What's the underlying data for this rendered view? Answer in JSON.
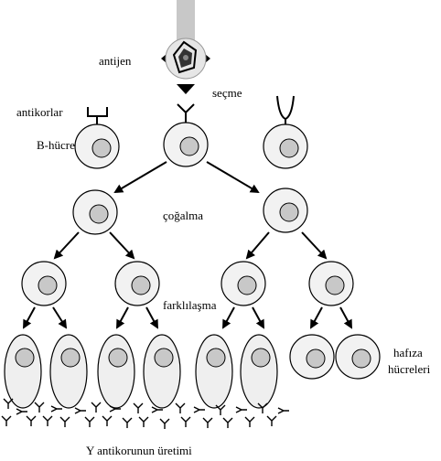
{
  "labels": {
    "antigen": "antijen",
    "selection": "seçme",
    "antibodies": "antikorlar",
    "b_cells": "B-hücreleri",
    "proliferation": "çoğalma",
    "differentiation": "farklılaşma",
    "memory_line1": "hafıza",
    "memory_line2": "hücreleri",
    "production": "Y antikorunun üretimi"
  },
  "colors": {
    "cell_fill": "#f2f2f2",
    "nucleus_fill": "#c8c8c8",
    "outline": "#000000",
    "beam": "#c8c8c8",
    "plasma_fill": "#efefef"
  }
}
